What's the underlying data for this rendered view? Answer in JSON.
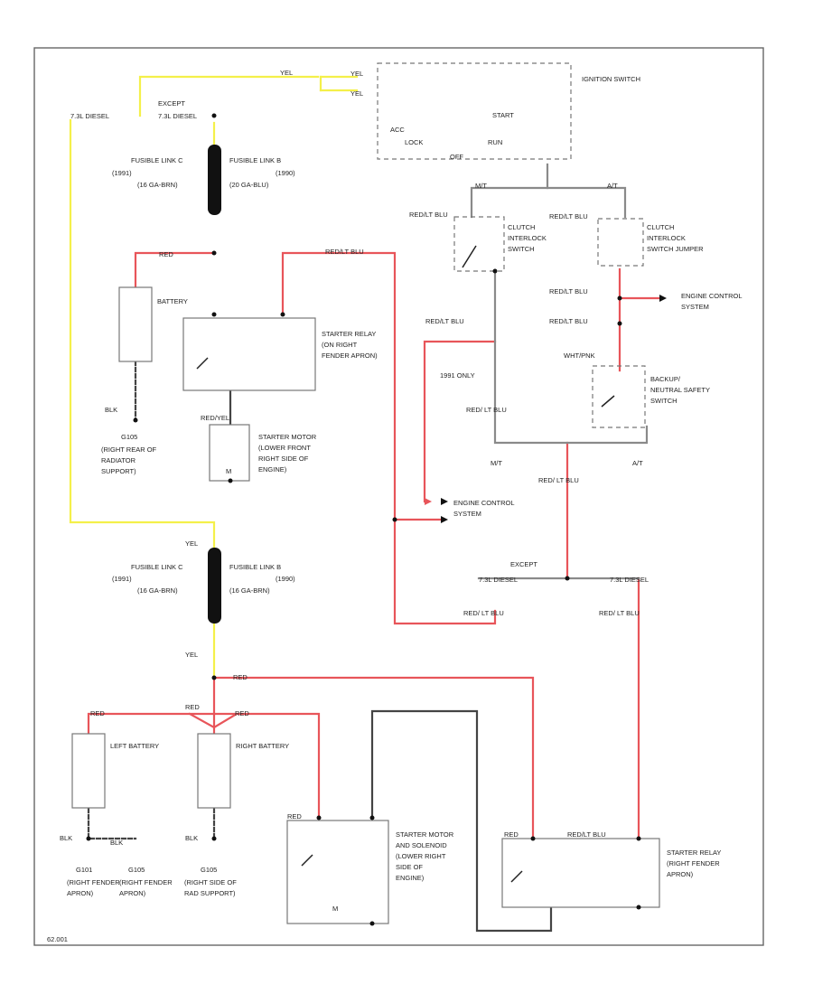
{
  "footer_code": "62.001",
  "wires": {
    "yel_top": "YEL",
    "yel_mid": "YEL",
    "yel_low": "YEL",
    "yel_sw1": "YEL",
    "yel_sw2": "YEL",
    "red_top": "RED",
    "red_low": "RED",
    "red_left": "RED",
    "red_split": "RED",
    "red_right": "RED",
    "red_starter": "RED",
    "red_relay2": "RED",
    "blk1": "BLK",
    "blk2": "BLK",
    "blk3": "BLK",
    "blk4": "BLK",
    "red_lt_blu_1": "RED/LT BLU",
    "red_lt_blu_2": "RED/LT BLU",
    "red_lt_blu_3": "RED/LT BLU",
    "red_lt_blu_4": "RED/LT BLU",
    "red_lt_blu_5": "RED/LT BLU",
    "red_lt_blu_6": "RED/LT BLU",
    "red_lt_blu_7": "RED/ LT BLU",
    "red_lt_blu_8": "RED/ LT BLU",
    "red_lt_blu_9": "RED/ LT BLU",
    "red_lt_blu_10": "RED/ LT BLU",
    "red_lt_blu_11": "RED/LT BLU",
    "mt1": "M/T",
    "at1": "A/T",
    "mt2": "M/T",
    "at2": "A/T",
    "wht_pnk": "WHT/PNK",
    "red_yel": "RED/YEL"
  },
  "labels": {
    "diesel_left": "7.3L DIESEL",
    "except_top": "EXCEPT",
    "diesel_top_right": "7.3L DIESEL",
    "fusible_c": "FUSIBLE LINK C",
    "fusible_c_yr": "(1991)",
    "fusible_c_ga": "(16 GA-BRN)",
    "fusible_b": "FUSIBLE LINK B",
    "fusible_b_yr": "(1990)",
    "fusible_b_ga": "(20 GA-BLU)",
    "fusible_c2": "FUSIBLE LINK C",
    "fusible_c2_yr": "(1991)",
    "fusible_c2_ga": "(16 GA-BRN)",
    "fusible_b2": "FUSIBLE LINK B",
    "fusible_b2_yr": "(1990)",
    "fusible_b2_ga": "(16 GA-BRN)",
    "battery": "BATTERY",
    "g105": "G105",
    "g105_loc": "(RIGHT REAR OF RADIATOR SUPPORT)",
    "starter_relay": "STARTER RELAY (ON RIGHT FENDER APRON)",
    "starter_motor": "STARTER MOTOR (LOWER FRONT RIGHT SIDE OF ENGINE)",
    "m_label": "M",
    "ignition_switch": "IGNITION SWITCH",
    "acc": "ACC",
    "lock": "LOCK",
    "start": "START",
    "run": "RUN",
    "off": "OFF",
    "clutch_switch": "CLUTCH INTERLOCK SWITCH",
    "clutch_jumper": "CLUTCH INTERLOCK SWITCH JUMPER",
    "engine_ctrl_1": "ENGINE CONTROL SYSTEM",
    "engine_ctrl_2": "ENGINE CONTROL SYSTEM",
    "backup_switch": "BACKUP/ NEUTRAL SAFETY SWITCH",
    "only_1991": "1991 ONLY",
    "except_mid": "EXCEPT",
    "diesel_mid_left": "7.3L DIESEL",
    "diesel_mid_right": "7.3L DIESEL",
    "left_battery": "LEFT BATTERY",
    "right_battery": "RIGHT BATTERY",
    "g101": "G101",
    "g101_loc": "(RIGHT FENDER APRON)",
    "g105b": "G105",
    "g105b_loc": "(RIGHT FENDER APRON)",
    "g105c": "G105",
    "g105c_loc": "(RIGHT SIDE OF RAD SUPPORT)",
    "starter_motor_sol": "STARTER MOTOR AND SOLENOID (LOWER RIGHT SIDE OF ENGINE)",
    "starter_relay_2": "STARTER RELAY (RIGHT FENDER APRON)",
    "m_label_2": "M"
  }
}
